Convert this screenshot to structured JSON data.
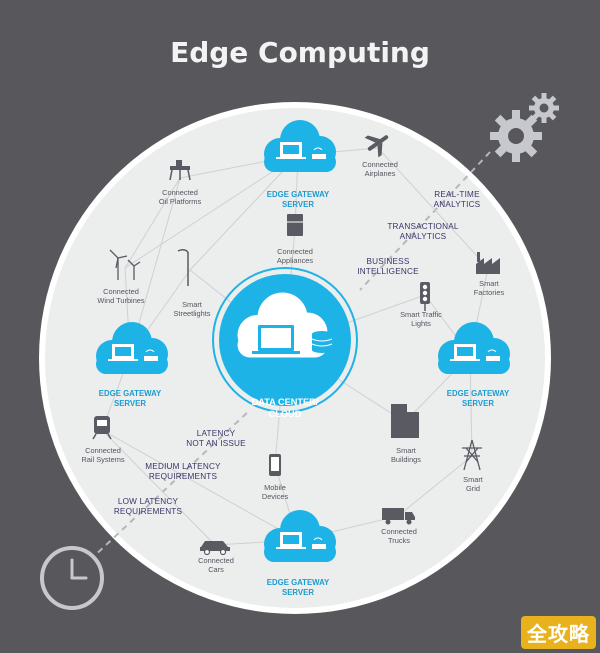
{
  "title": "Edge Computing",
  "center": {
    "label_line1": "DATA CENTER/",
    "label_line2": "CLOUD"
  },
  "gateways": {
    "top": {
      "line1": "EDGE GATEWAY",
      "line2": "SERVER"
    },
    "left": {
      "line1": "EDGE GATEWAY",
      "line2": "SERVER"
    },
    "right": {
      "line1": "EDGE GATEWAY",
      "line2": "SERVER"
    },
    "bottom": {
      "line1": "EDGE GATEWAY",
      "line2": "SERVER"
    }
  },
  "devices": {
    "oil_platforms": {
      "line1": "Connected",
      "line2": "Oil Platforms"
    },
    "airplanes": {
      "line1": "Connected",
      "line2": "Airplanes"
    },
    "appliances": {
      "line1": "Connected",
      "line2": "Appliances"
    },
    "wind_turbines": {
      "line1": "Connected",
      "line2": "Wind Turbines"
    },
    "streetlights": {
      "line1": "Smart",
      "line2": "Streetlights"
    },
    "factories": {
      "line1": "Smart",
      "line2": "Factories"
    },
    "traffic_lights": {
      "line1": "Smart Traffic",
      "line2": "Lights"
    },
    "rail_systems": {
      "line1": "Connected",
      "line2": "Rail Systems"
    },
    "buildings": {
      "line1": "Smart",
      "line2": "Buildings"
    },
    "mobile_devices": {
      "line1": "Mobile",
      "line2": "Devices"
    },
    "grid": {
      "line1": "Smart",
      "line2": "Grid"
    },
    "trucks": {
      "line1": "Connected",
      "line2": "Trucks"
    },
    "cars": {
      "line1": "Connected",
      "line2": "Cars"
    }
  },
  "tiers": {
    "real_time": {
      "line1": "REAL-TIME",
      "line2": "ANALYTICS"
    },
    "transactional": {
      "line1": "TRANSACTIONAL",
      "line2": "ANALYTICS"
    },
    "business": {
      "line1": "BUSINESS",
      "line2": "INTELLIGENCE"
    },
    "latency_not_issue": {
      "line1": "LATENCY",
      "line2": "NOT AN ISSUE"
    },
    "medium_latency": {
      "line1": "MEDIUM LATENCY",
      "line2": "REQUIREMENTS"
    },
    "low_latency": {
      "line1": "LOW LATENCY",
      "line2": "REQUIREMENTS"
    }
  },
  "watermark": "全攻略",
  "colors": {
    "accent": "#1eb3e6",
    "background": "#57575c",
    "circle": "#ffffff",
    "tier_text": "#3a3568"
  }
}
